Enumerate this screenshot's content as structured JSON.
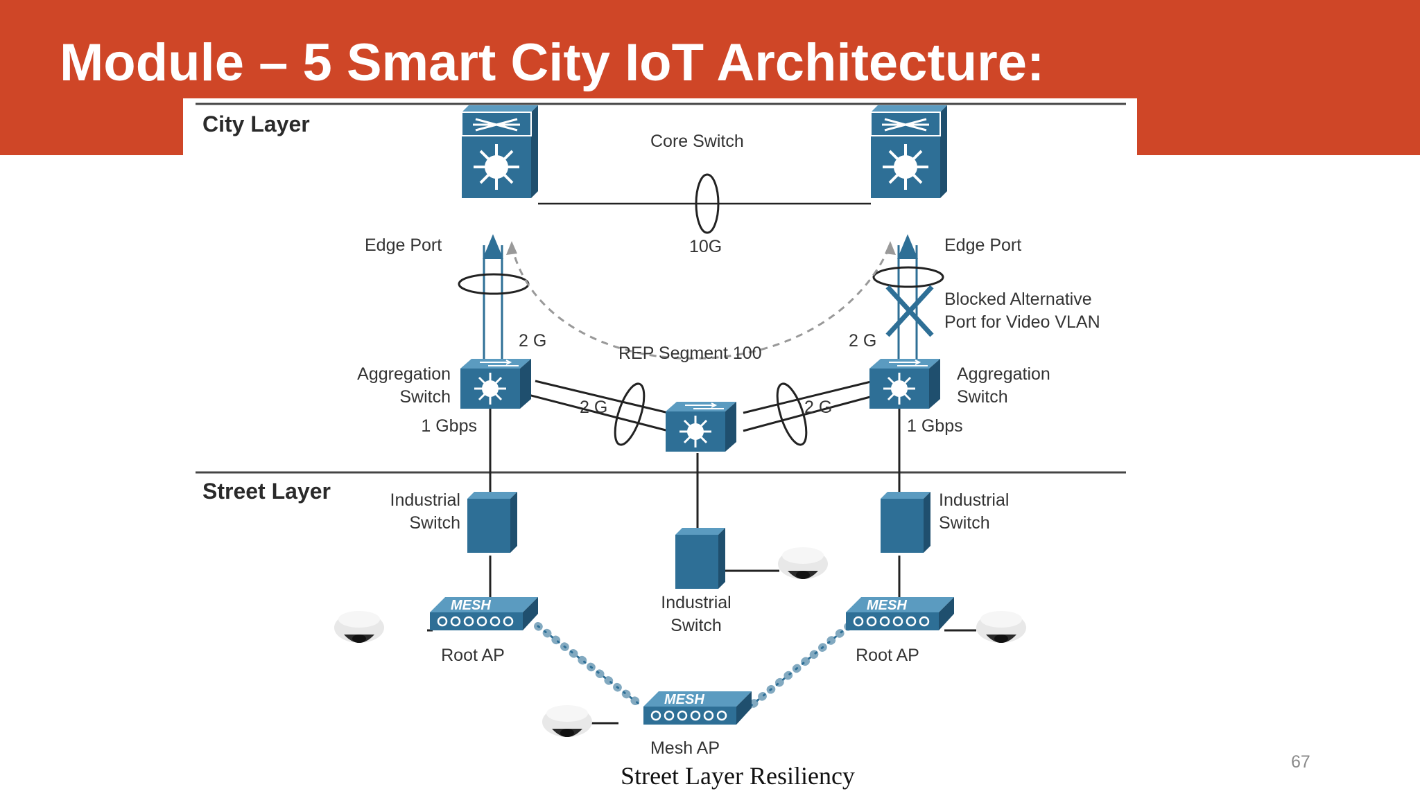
{
  "slide": {
    "title": "Module – 5 Smart City IoT Architecture:",
    "page_number": "67"
  },
  "diagram": {
    "layers": {
      "city": "City Layer",
      "street": "Street Layer"
    },
    "labels": {
      "core_switch": "Core Switch",
      "link_10g": "10G",
      "edge_port_left": "Edge Port",
      "edge_port_right": "Edge Port",
      "blocked_line1": "Blocked Alternative",
      "blocked_line2": "Port for Video VLAN",
      "rep_segment": "REP Segment 100",
      "uplink_left": "2 G",
      "uplink_right": "2 G",
      "ring_left": "2 G",
      "ring_right": "2 G",
      "agg_left_line1": "Aggregation",
      "agg_left_line2": "Switch",
      "agg_right_line1": "Aggregation",
      "agg_right_line2": "Switch",
      "gbps_left": "1 Gbps",
      "gbps_right": "1 Gbps",
      "ind_left_line1": "Industrial",
      "ind_left_line2": "Switch",
      "ind_right_line1": "Industrial",
      "ind_right_line2": "Switch",
      "ind_center_line1": "Industrial",
      "ind_center_line2": "Switch",
      "root_ap_left": "Root AP",
      "root_ap_right": "Root AP",
      "mesh_ap": "Mesh AP",
      "mesh_badge": "MESH",
      "caption": "Street Layer Resiliency"
    },
    "colors": {
      "device": "#2e6f96",
      "device_top": "#5b9bc0",
      "device_side": "#1f4f6e",
      "line": "#222222",
      "dashed": "#999999",
      "banner": "#cf4627"
    }
  }
}
